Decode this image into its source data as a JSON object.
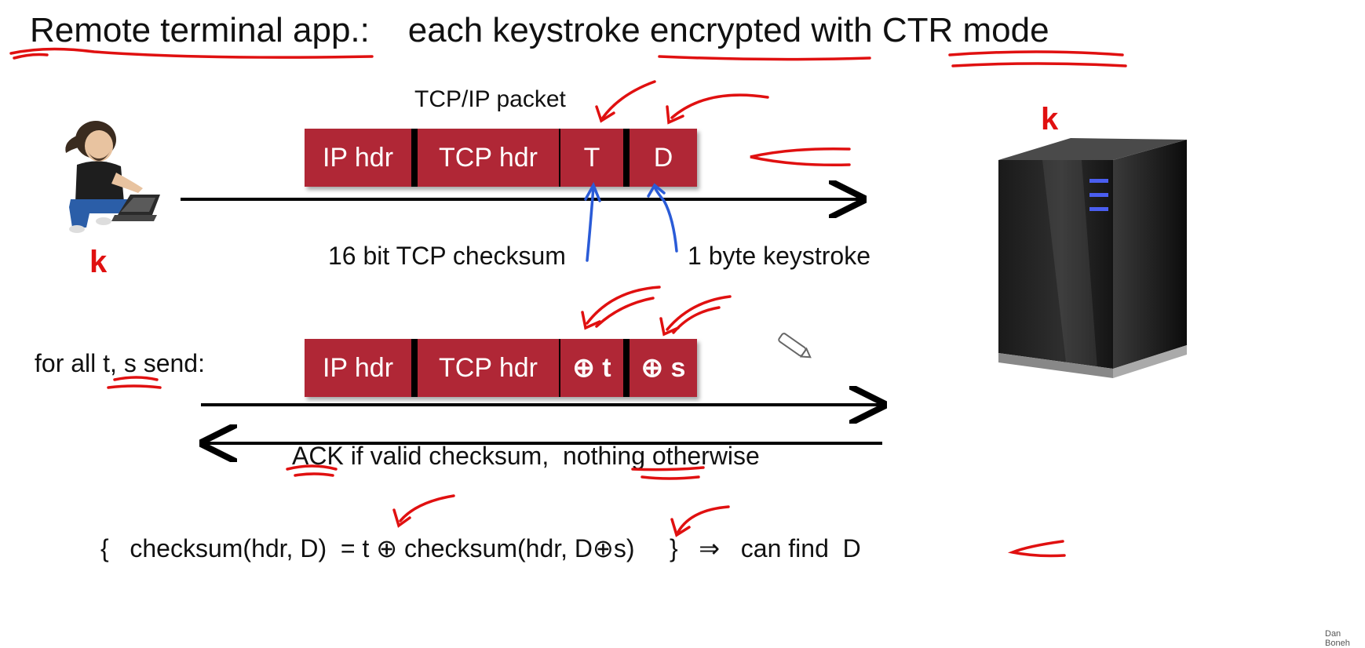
{
  "slide": {
    "title": "Remote terminal app.:    each keystroke encrypted with CTR mode",
    "key_label_left": "k",
    "key_label_right": "k",
    "packet_caption": "TCP/IP packet",
    "packet_top": {
      "ip_hdr": "IP hdr",
      "tcp_hdr": "TCP hdr",
      "t_field": "T",
      "d_field": "D"
    },
    "checksum_label": "16 bit TCP checksum",
    "keystroke_label": "1 byte keystroke",
    "for_all_label": "for all t, s send:",
    "packet_bottom": {
      "ip_hdr": "IP hdr",
      "tcp_hdr": "TCP hdr",
      "t_field": "⊕ t",
      "s_field": "⊕ s"
    },
    "ack_label": "ACK if valid checksum,  nothing otherwise",
    "equation": "{   checksum(hdr, D)  = t ⊕ checksum(hdr, D⊕s)     }   ⇒   can find  D",
    "watermark": "Dan Boneh"
  },
  "colors": {
    "packet": "#b02736",
    "annotation_red": "#e01010",
    "annotation_blue": "#2a5bd7",
    "arrow": "#000000"
  },
  "icons": [
    "user-laptop-icon",
    "server-icon"
  ]
}
